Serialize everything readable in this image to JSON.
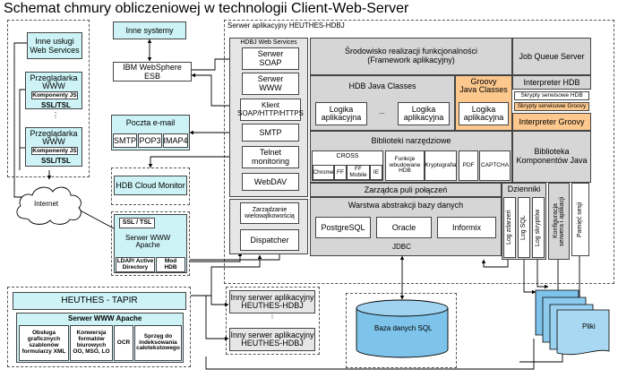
{
  "title": "Schemat chmury obliczeniowej w technologii Client-Web-Server",
  "colors": {
    "cyan": "#cdf3f6",
    "gray": "#d6d6d6",
    "orange": "#fcc88e",
    "db_blue": "#7ec3ea"
  },
  "left": {
    "inne_uslugi": "Inne usługi\nWeb Services",
    "browser1": {
      "title": "Przeglądarka\nWWW",
      "komponenty": "Komponenty JS",
      "ssl": "SSL/TSL"
    },
    "ellipsis": "⋮",
    "browser2": {
      "title": "Przeglądarka\nWWW",
      "komponenty": "Komponenty JS",
      "ssl": "SSL/TSL"
    },
    "internet": "Internet"
  },
  "middle": {
    "inne_systemy": "Inne systemy",
    "websphere": "IBM WebSphere ESB",
    "poczta": {
      "title": "Poczta e-mail",
      "smtp": "SMTP",
      "pop3": "POP3",
      "imap4": "IMAP4"
    },
    "cloud_monitor": "HDB Cloud Monitor",
    "apache": {
      "ssl": "SSL / TSL",
      "title": "Serwer WWW\nApache",
      "ldap": "LDAP/ Active\nDirectory",
      "mod": "Mod\nHDB"
    }
  },
  "tapir": {
    "title": "HEUTHES - TAPIR",
    "apache": "Serwer WWW Apache",
    "obsluga": "Obsługa\ngraficznych\nszablonów\nformularzy XML",
    "konwersja": "Konwersja\nformatów\nbiurowych\nOO, MSO, LO",
    "ocr": "OCR",
    "sprzeg": "Sprzęg do\nindeksowania\ncałotekstowego"
  },
  "server": {
    "title": "Serwer aplikacyjny HEUTHES-HDBJ",
    "ws_header": "HDBJ Web Services",
    "soap": "Serwer\nSOAP",
    "www": "Serwer\nWWW",
    "klient": "Klient\nSOAP/HTTP/HTTPS",
    "smtp": "SMTP",
    "telnet": "Telnet\nmonitoring",
    "webdav": "WebDAV",
    "zarzadzanie": "Zarządzanie\nwielowątkowością",
    "dispatcher": "Dispatcher",
    "srodowisko": "Środowisko realizacji funkcjonalności\n(Framework aplikacyjny)",
    "job_queue": "Job Queue Server",
    "hdb_classes": "HDB Java Classes",
    "logika": "Logika\naplikacyjna",
    "dots": "...",
    "groovy_classes": "Groovy\nJava Classes",
    "interpreter_hdb": "Interpreter HDB",
    "skrypty_hdb": "Skrypty serwisowe HDB",
    "skrypty_groovy": "Skrypty serwisowe Groovy",
    "interpreter_groovy": "Interpreter Groovy",
    "biblioteki": "Biblioteki narzędziowe",
    "cross": "CROSS",
    "chrome": "Chrome",
    "ff": "FF",
    "ff_mobile": "FF\nMobile",
    "ie": "IE",
    "funkcje": "Funkcje\nwbudowane\nHDB",
    "kryptografia": "Kryptografia",
    "pdf": "PDF",
    "captcha": "CAPTCHA",
    "biblioteka_java": "Biblioteka\nKomponentów Java",
    "pula": "Zarządca puli połączeń",
    "warstwa": "Warstwa abstrakcji bazy danych",
    "postgres": "PostgreSQL",
    "oracle": "Oracle",
    "informix": "Informix",
    "jdbc": "JDBC",
    "dzienniki": "Dzienniki",
    "log_zdarzen": "Log zdarzeń",
    "log_sql": "Log SQL",
    "log_skryptow": "Log skryptów",
    "konfiguracja": "Konfiguracja\nserwera i aplikacji",
    "pamiec": "Pamięć sesji"
  },
  "other_servers": {
    "s1": "Inny serwer aplikacyjny\nHEUTHES-HDBJ",
    "ellipsis": "⋮",
    "s2": "Inny serwer aplikacyjny\nHEUTHES-HDBJ"
  },
  "db": "Baza danych SQL",
  "pliki": "Pliki"
}
